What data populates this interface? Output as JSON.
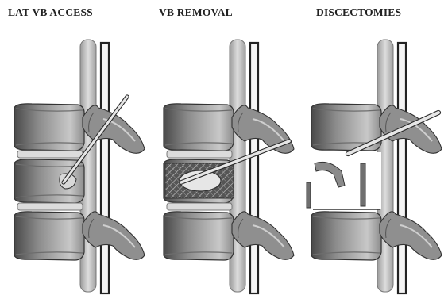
{
  "panels": [
    {
      "title": "LAT VB ACCESS",
      "stage": "access"
    },
    {
      "title": "VB REMOVAL",
      "stage": "removal"
    },
    {
      "title": "DISCECTOMIES",
      "stage": "discectomy"
    }
  ],
  "colors": {
    "vertebra": "#8c8c8c",
    "vertebra_dark": "#4a4a4a",
    "vertebra_light": "#c8c8c8",
    "disc": "#dcdcdc",
    "cord": "#b9b9b9",
    "instrument": "#e6e6e6",
    "outline": "#333333"
  }
}
